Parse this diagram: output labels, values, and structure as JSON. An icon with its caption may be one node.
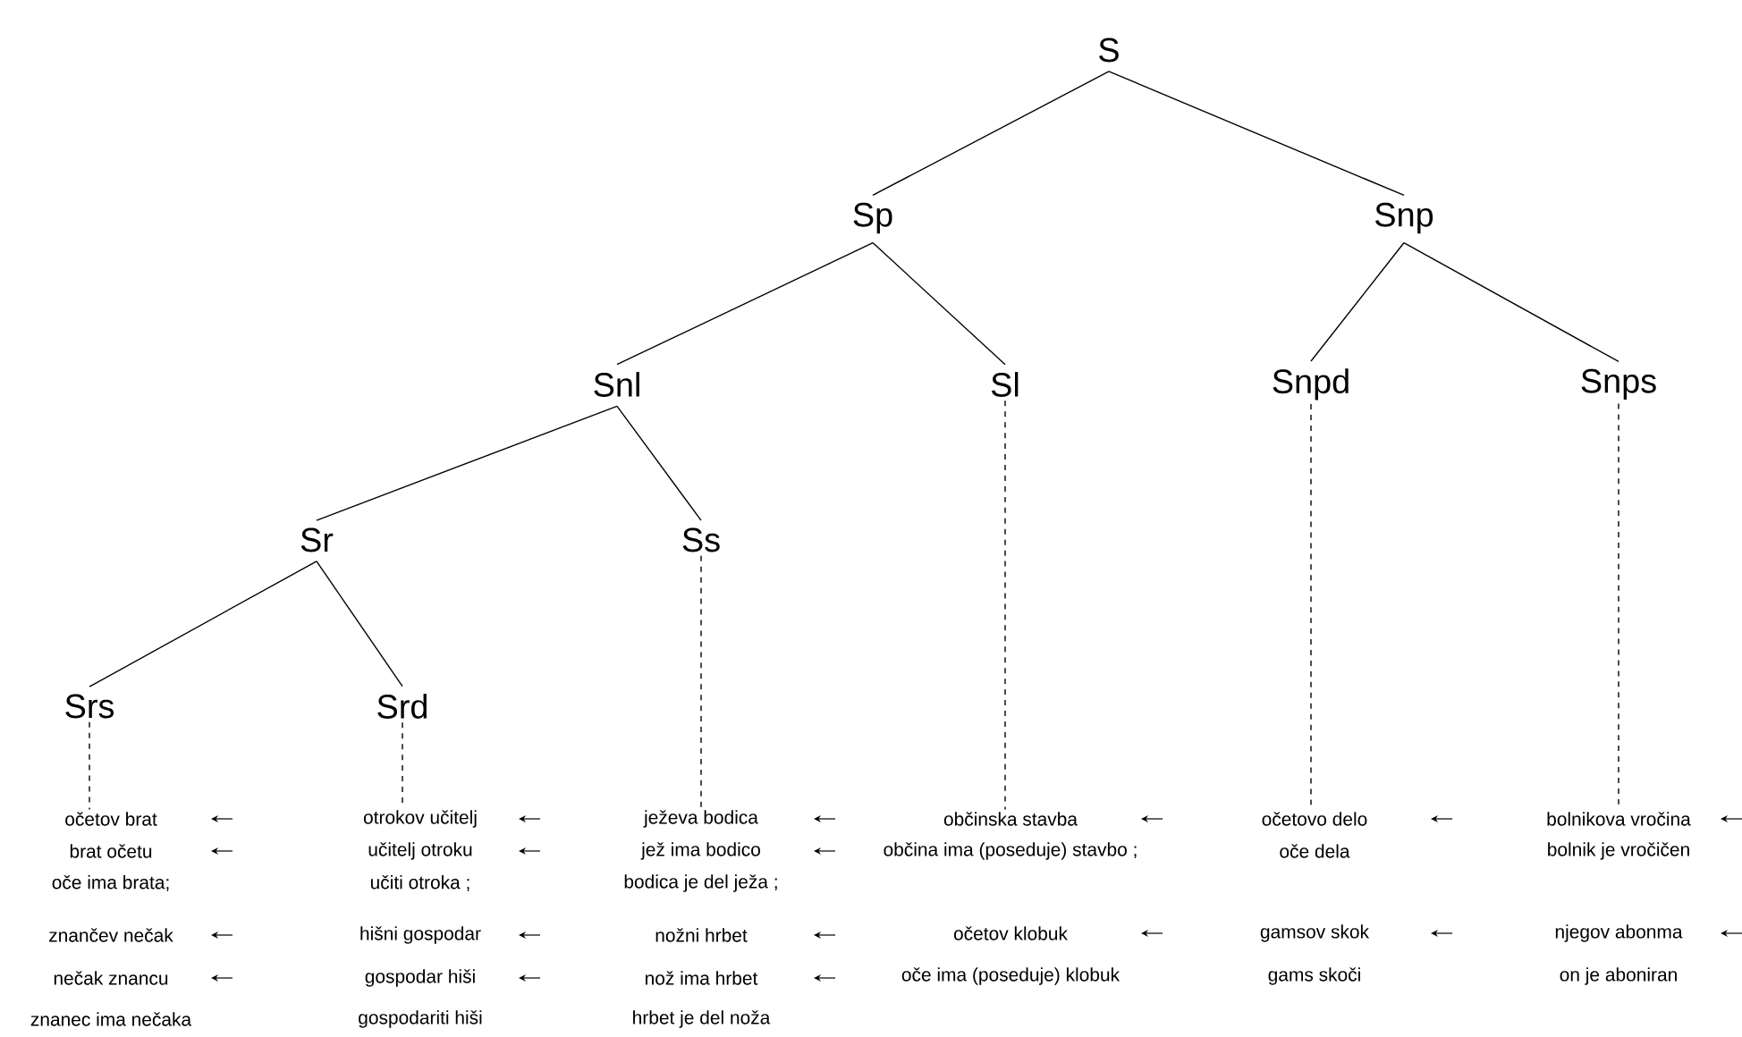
{
  "diagram": {
    "nodes": [
      {
        "text": [
          "S"
        ]
      },
      {
        "text": [
          "Sp"
        ]
      },
      {
        "text": [
          "Snp"
        ]
      },
      {
        "text": [
          "Snl"
        ]
      },
      {
        "text": [
          "Sl"
        ]
      },
      {
        "text": [
          "Snpd"
        ]
      },
      {
        "text": [
          "Snps"
        ]
      },
      {
        "text": [
          "Sr"
        ]
      },
      {
        "text": [
          "Ss"
        ]
      },
      {
        "text": [
          "Srs"
        ]
      },
      {
        "text": [
          "Srd"
        ]
      },
      {
        "text": [
          "očetov brat",
          "brat očetu",
          "oče ima brata;",
          "znančev nečak",
          "nečak znancu",
          "znanec ima nečaka"
        ]
      },
      {
        "text": [
          "otrokov učitelj",
          "učitelj otroku",
          "učiti otroka ;",
          "hišni gospodar",
          "gospodar hiši",
          "gospodariti hiši"
        ]
      },
      {
        "text": [
          "ježeva bodica",
          "jež ima bodico",
          "bodica je del ježa ;",
          "nožni hrbet",
          "nož ima hrbet",
          "hrbet je del noža"
        ]
      },
      {
        "text": [
          "občinska stavba",
          "občina ima (poseduje) stavbo ;",
          "očetov klobuk",
          "oče ima (poseduje) klobuk"
        ]
      },
      {
        "text": [
          "očetovo delo",
          "oče dela",
          "gamsov skok",
          "gams skoči"
        ]
      },
      {
        "text": [
          "bolnikova vročina",
          "bolnik je vročičen",
          "njegov abonma",
          "on je aboniran"
        ]
      }
    ],
    "edges": [
      {
        "from": 0,
        "to": 1,
        "arrow": "none"
      },
      {
        "from": 0,
        "to": 2,
        "arrow": "none"
      },
      {
        "from": 1,
        "to": 3,
        "arrow": "none"
      },
      {
        "from": 1,
        "to": 4,
        "arrow": "none"
      },
      {
        "from": 2,
        "to": 5,
        "arrow": "none"
      },
      {
        "from": 2,
        "to": 6,
        "arrow": "none"
      },
      {
        "from": 3,
        "to": 7,
        "arrow": "none"
      },
      {
        "from": 3,
        "to": 8,
        "arrow": "none"
      },
      {
        "from": 7,
        "to": 9,
        "arrow": "none"
      },
      {
        "from": 7,
        "to": 10,
        "arrow": "none"
      },
      {
        "from": 9,
        "to": 11,
        "arrow": "none",
        "style": "dashed"
      },
      {
        "from": 10,
        "to": 12,
        "arrow": "none",
        "style": "dashed"
      },
      {
        "from": 8,
        "to": 13,
        "arrow": "none",
        "style": "dashed"
      },
      {
        "from": 4,
        "to": 14,
        "arrow": "none",
        "style": "dashed"
      },
      {
        "from": 5,
        "to": 15,
        "arrow": "none",
        "style": "dashed"
      },
      {
        "from": 6,
        "to": 16,
        "arrow": "none",
        "style": "dashed"
      }
    ]
  }
}
